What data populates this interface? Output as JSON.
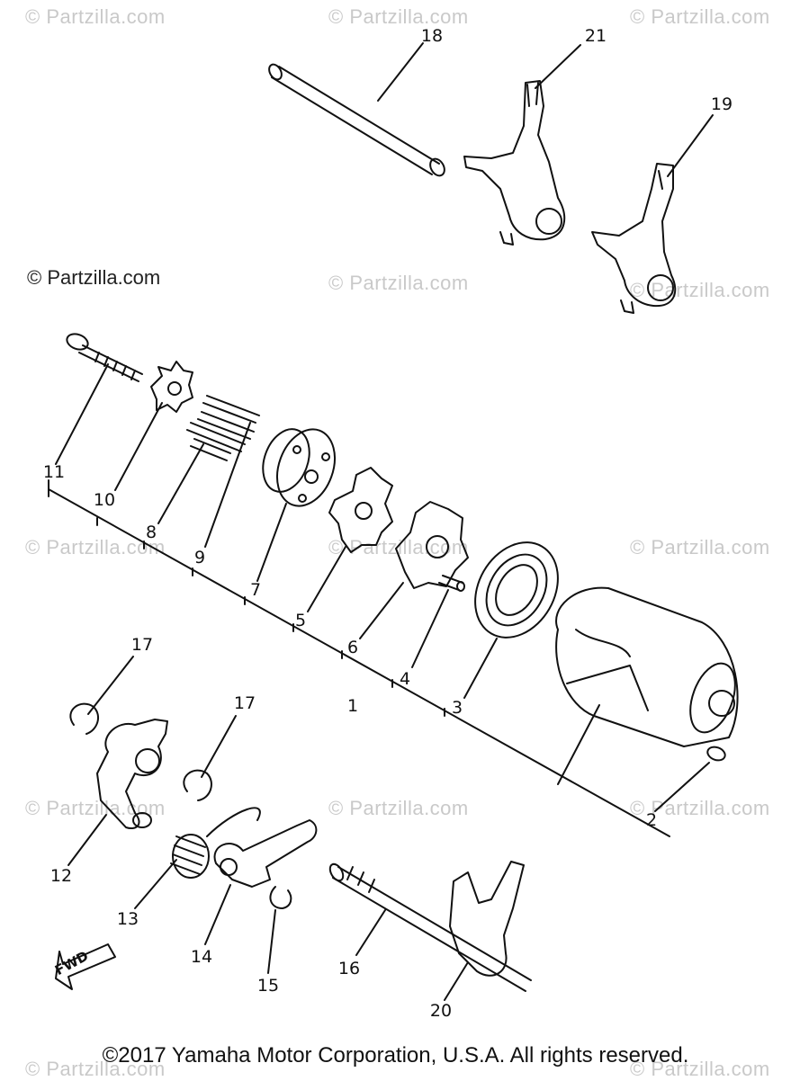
{
  "watermark_text": "© Partzilla.com",
  "watermark_main": "© Partzilla.com",
  "copyright": "©2017 Yamaha Motor Corporation, U.S.A. All rights reserved.",
  "fwd_label": "FWD",
  "callouts": {
    "c1": "1",
    "c2": "2",
    "c3": "3",
    "c4": "4",
    "c5": "5",
    "c6": "6",
    "c7": "7",
    "c8": "8",
    "c9": "9",
    "c10": "10",
    "c11": "11",
    "c12": "12",
    "c13": "13",
    "c14": "14",
    "c15": "15",
    "c16": "16",
    "c17a": "17",
    "c17b": "17",
    "c18": "18",
    "c19": "19",
    "c20": "20",
    "c21": "21"
  }
}
